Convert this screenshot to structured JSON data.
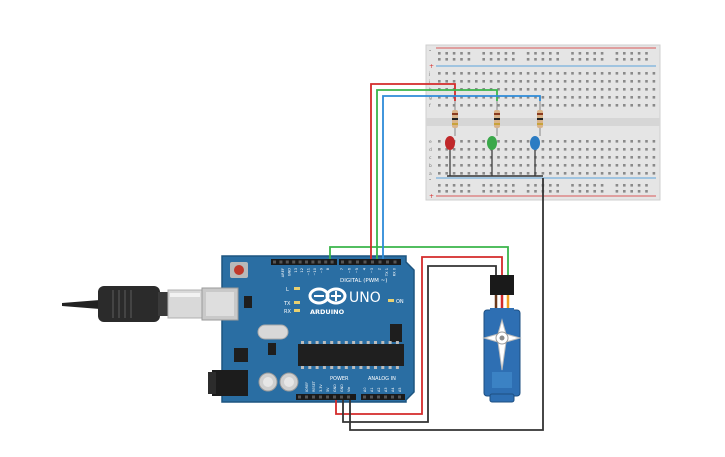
{
  "arduino": {
    "brand_logo": "ARDUINO",
    "model": "UNO",
    "digital_header": "DIGITAL (PWM ~)",
    "power_header": "POWER",
    "analog_header": "ANALOG IN",
    "led_l": "L",
    "led_tx": "TX",
    "led_rx": "RX",
    "led_on": "ON",
    "top_pins": [
      "AREF",
      "GND",
      "13",
      "12",
      "~11",
      "~10",
      "~9",
      "8",
      "7",
      "~6",
      "~5",
      "4",
      "~3",
      "2",
      "TX 1",
      "RX 0"
    ],
    "power_pins": [
      "IOREF",
      "RESET",
      "3.3V",
      "5V",
      "GND",
      "GND",
      "Vin"
    ],
    "analog_pins": [
      "A0",
      "A1",
      "A2",
      "A3",
      "A4",
      "A5"
    ]
  },
  "breadboard": {
    "row_letters_top": [
      "j",
      "i",
      "h",
      "g",
      "f"
    ],
    "row_letters_bottom": [
      "e",
      "d",
      "c",
      "b",
      "a"
    ],
    "plus_sign": "+",
    "minus_sign": "-",
    "columns": 30
  },
  "colors": {
    "board_blue": "#2a6ea3",
    "board_edge": "#1d5580",
    "breadboard_body": "#e5e5e5",
    "wire_red": "#d42a2a",
    "wire_green": "#3ab54a",
    "wire_blue": "#2e8bd8",
    "wire_black": "#333333",
    "servo_blue": "#2e6fb3",
    "led_red": "#c0282a",
    "led_green": "#3aa84a",
    "led_blue": "#2b7cc3"
  },
  "components": {
    "leds": [
      "red",
      "green",
      "blue"
    ],
    "servo": "micro servo",
    "usb_cable": "usb-b"
  }
}
